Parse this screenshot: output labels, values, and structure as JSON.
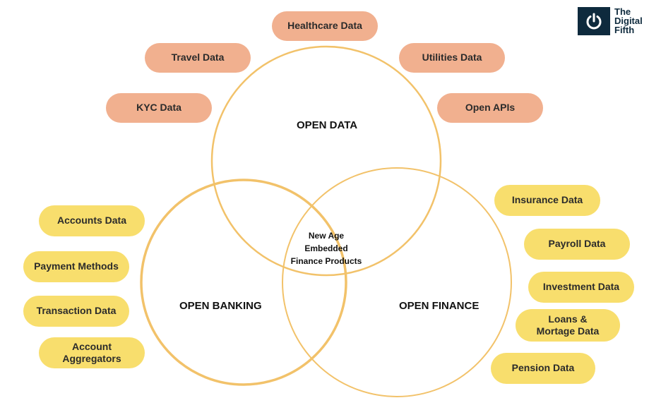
{
  "logo": {
    "line1": "The",
    "line2": "Digital",
    "line3": "Fifth",
    "icon": "power-icon"
  },
  "circles": {
    "open_data": "OPEN DATA",
    "open_banking": "OPEN BANKING",
    "open_finance": "OPEN FINANCE",
    "center_line1": "New Age",
    "center_line2": "Embedded",
    "center_line3": "Finance Products"
  },
  "open_data_items": {
    "healthcare": "Healthcare Data",
    "travel": "Travel Data",
    "utilities": "Utilities Data",
    "kyc": "KYC Data",
    "open_apis": "Open APIs"
  },
  "open_banking_items": {
    "accounts": "Accounts Data",
    "payment": "Payment Methods",
    "transaction": "Transaction Data",
    "aggregators": "Account Aggregators"
  },
  "open_finance_items": {
    "insurance": "Insurance Data",
    "payroll": "Payroll Data",
    "investment": "Investment Data",
    "loans": "Loans & Mortage Data",
    "pension": "Pension Data"
  },
  "colors": {
    "salmon": "#f1b08f",
    "yellow": "#f8de6d",
    "circle_stroke": "#f2c26a",
    "logo_dark": "#0e2a3d"
  }
}
